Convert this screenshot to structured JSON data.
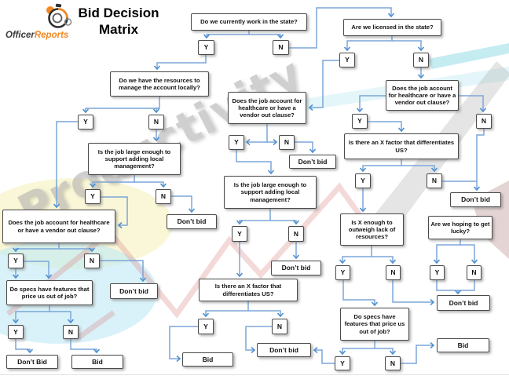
{
  "header": {
    "logo": {
      "brand_prefix": "Officer",
      "brand_suffix": "Reports"
    },
    "title_line1": "Bid Decision",
    "title_line2": "Matrix"
  },
  "watermark": "Productivity",
  "colors": {
    "connector_blue": "#7ca6d8",
    "arrow_blue": "#4f8fd0",
    "box_border": "#4a4a4a",
    "brand_orange": "#f6871f",
    "text": "#121212"
  },
  "flowchart": {
    "nodes": [
      {
        "id": "q_work",
        "kind": "question",
        "label": "Do we currently work in the state?"
      },
      {
        "id": "q_licensed",
        "kind": "question",
        "label": "Are we licensed in the state?"
      },
      {
        "id": "q_resources",
        "kind": "question",
        "label": "Do we have the resources to manage the account locally?"
      },
      {
        "id": "q_job_mid",
        "kind": "question",
        "label": "Does the job account for healthcare or have a vendor out clause?"
      },
      {
        "id": "q_job_right",
        "kind": "question",
        "label": "Does the job account for healthcare or have a vendor out clause?"
      },
      {
        "id": "q_large_left",
        "kind": "question",
        "label": "Is the job large enough to support adding local management?"
      },
      {
        "id": "q_xfactor_right",
        "kind": "question",
        "label": "Is there an X factor that differentiates US?"
      },
      {
        "id": "q_job_left",
        "kind": "question",
        "label": "Does the job account for healthcare or have a vendor out clause?"
      },
      {
        "id": "q_large_mid",
        "kind": "question",
        "label": "Is the job large enough to support adding local management?"
      },
      {
        "id": "q_xenough",
        "kind": "question",
        "label": "Is X enough to outweigh lack of resources?"
      },
      {
        "id": "q_lucky",
        "kind": "question",
        "label": "Are we hoping to get lucky?"
      },
      {
        "id": "q_specs_left",
        "kind": "question",
        "label": "Do specs have features that price us out of job?"
      },
      {
        "id": "q_xfactor_mid",
        "kind": "question",
        "label": "Is there an X factor that differentiates US?"
      },
      {
        "id": "q_specs_right",
        "kind": "question",
        "label": "Do specs have features that price us out of job?"
      },
      {
        "id": "work_y",
        "kind": "yn",
        "label": "Y"
      },
      {
        "id": "work_n",
        "kind": "yn",
        "label": "N"
      },
      {
        "id": "lic_y",
        "kind": "yn",
        "label": "Y"
      },
      {
        "id": "lic_n",
        "kind": "yn",
        "label": "N"
      },
      {
        "id": "res_y",
        "kind": "yn",
        "label": "Y"
      },
      {
        "id": "res_n",
        "kind": "yn",
        "label": "N"
      },
      {
        "id": "jobmid_y",
        "kind": "yn",
        "label": "Y"
      },
      {
        "id": "jobmid_n",
        "kind": "yn",
        "label": "N"
      },
      {
        "id": "jobright_y",
        "kind": "yn",
        "label": "Y"
      },
      {
        "id": "jobright_n",
        "kind": "yn",
        "label": "N"
      },
      {
        "id": "largeleft_y",
        "kind": "yn",
        "label": "Y"
      },
      {
        "id": "largeleft_n",
        "kind": "yn",
        "label": "N"
      },
      {
        "id": "xfright_y",
        "kind": "yn",
        "label": "Y"
      },
      {
        "id": "xfright_n",
        "kind": "yn",
        "label": "N"
      },
      {
        "id": "jobleft_y",
        "kind": "yn",
        "label": "Y"
      },
      {
        "id": "jobleft_n",
        "kind": "yn",
        "label": "N"
      },
      {
        "id": "largemid_y",
        "kind": "yn",
        "label": "Y"
      },
      {
        "id": "largemid_n",
        "kind": "yn",
        "label": "N"
      },
      {
        "id": "xenough_y",
        "kind": "yn",
        "label": "Y"
      },
      {
        "id": "xenough_n",
        "kind": "yn",
        "label": "N"
      },
      {
        "id": "lucky_y",
        "kind": "yn",
        "label": "Y"
      },
      {
        "id": "lucky_n",
        "kind": "yn",
        "label": "N"
      },
      {
        "id": "specsleft_y",
        "kind": "yn",
        "label": "Y"
      },
      {
        "id": "specsleft_n",
        "kind": "yn",
        "label": "N"
      },
      {
        "id": "xfmid_y",
        "kind": "yn",
        "label": "Y"
      },
      {
        "id": "xfmid_n",
        "kind": "yn",
        "label": "N"
      },
      {
        "id": "specsright_y",
        "kind": "yn",
        "label": "Y"
      },
      {
        "id": "specsright_n",
        "kind": "yn",
        "label": "N"
      },
      {
        "id": "dontbid_mid1",
        "kind": "outcome",
        "label": "Don’t bid"
      },
      {
        "id": "dontbid_right1",
        "kind": "outcome",
        "label": "Don’t bid"
      },
      {
        "id": "dontbid_left1",
        "kind": "outcome",
        "label": "Don’t bid"
      },
      {
        "id": "dontbid_mid2",
        "kind": "outcome",
        "label": "Don’t bid"
      },
      {
        "id": "dontbid_left2",
        "kind": "outcome",
        "label": "Don’t bid"
      },
      {
        "id": "dontbid_right2",
        "kind": "outcome",
        "label": "Don’t bid"
      },
      {
        "id": "dontbid_mid3",
        "kind": "outcome",
        "label": "Don’t bid"
      },
      {
        "id": "dontbid_bl",
        "kind": "outcome",
        "label": "Don’t Bid"
      },
      {
        "id": "bid_bl",
        "kind": "outcome",
        "label": "Bid"
      },
      {
        "id": "bid_mid",
        "kind": "outcome",
        "label": "Bid"
      },
      {
        "id": "bid_right",
        "kind": "outcome",
        "label": "Bid"
      }
    ]
  }
}
